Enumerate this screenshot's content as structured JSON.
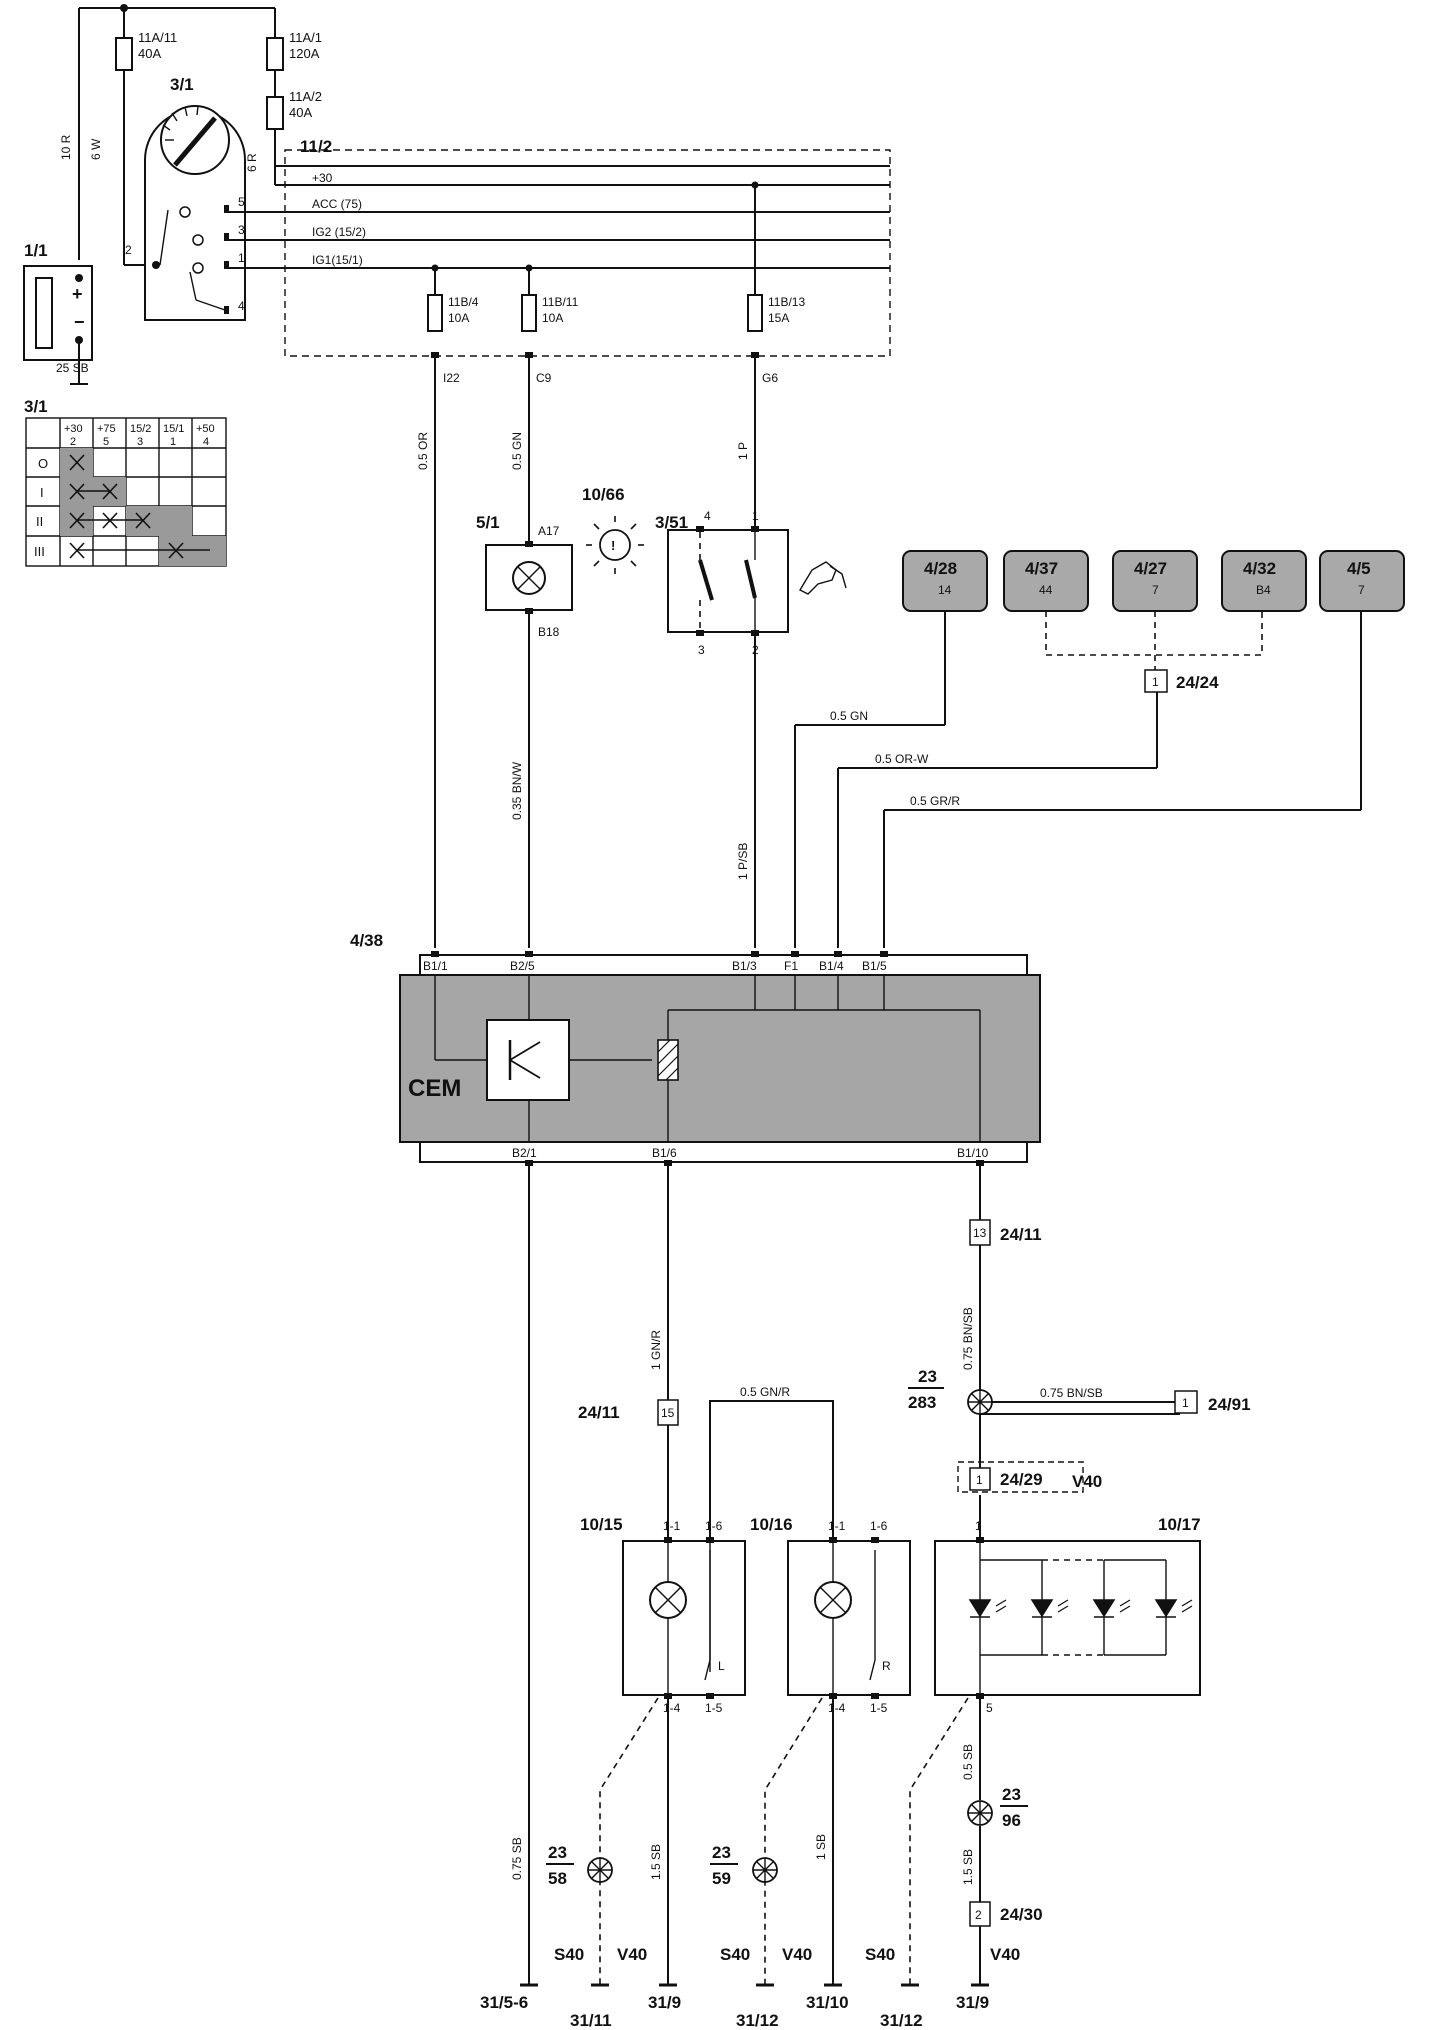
{
  "battery": {
    "label": "1/1",
    "ground_wire": "25 SB",
    "plus": "+",
    "minus": "−"
  },
  "ignition_switch": {
    "label": "3/1",
    "pins": [
      "5",
      "3",
      "1",
      "2",
      "4"
    ]
  },
  "fuses": {
    "f11a11": {
      "id": "11A/11",
      "rating": "40A"
    },
    "f11a1": {
      "id": "11A/1",
      "rating": "120A"
    },
    "f11a2": {
      "id": "11A/2",
      "rating": "40A"
    },
    "f11b4": {
      "id": "11B/4",
      "rating": "10A"
    },
    "f11b11": {
      "id": "11B/11",
      "rating": "10A"
    },
    "f11b13": {
      "id": "11B/13",
      "rating": "15A"
    }
  },
  "fuse_box": {
    "label": "11/2",
    "rails": [
      "+30",
      "ACC (75)",
      "IG2 (15/2)",
      "IG1(15/1)"
    ],
    "outputs": [
      "I22",
      "C9",
      "G6"
    ]
  },
  "wires": {
    "w10r": "10 R",
    "w6w": "6 W",
    "w6r": "6 R",
    "w05or": "0.5 OR",
    "w05gn": "0.5 GN",
    "w1p": "1 P",
    "w035bnw": "0.35 BN/W",
    "w1psb": "1 P/SB",
    "w05gn_h": "0.5 GN",
    "w05orw": "0.5 OR-W",
    "w05grr": "0.5 GR/R",
    "w1gnr": "1 GN/R",
    "w05gnr": "0.5 GN/R",
    "w075bnsb": "0.75 BN/SB",
    "w075bnsb_h": "0.75 BN/SB",
    "w075sb": "0.75 SB",
    "w15sb_a": "1.5 SB",
    "w1sb": "1 SB",
    "w05sb": "0.5 SB",
    "w15sb_b": "1.5 SB"
  },
  "switch_table": {
    "label": "3/1",
    "headers": [
      [
        "+30",
        "2"
      ],
      [
        "+75",
        "5"
      ],
      [
        "15/2",
        "3"
      ],
      [
        "15/1",
        "1"
      ],
      [
        "+50",
        "4"
      ]
    ],
    "rows": [
      "O",
      "I",
      "II",
      "III"
    ]
  },
  "lamp_51": {
    "label": "5/1",
    "pin_top": "A17",
    "pin_bottom": "B18"
  },
  "symbol_1066": {
    "label": "10/66"
  },
  "switch_351": {
    "label": "3/51",
    "pins": [
      "4",
      "1",
      "3",
      "2"
    ]
  },
  "modules": [
    {
      "id": "4/28",
      "pin": "14"
    },
    {
      "id": "4/37",
      "pin": "44"
    },
    {
      "id": "4/27",
      "pin": "7"
    },
    {
      "id": "4/32",
      "pin": "B4"
    },
    {
      "id": "4/5",
      "pin": "7"
    }
  ],
  "connector_2424": {
    "pin": "1",
    "label": "24/24"
  },
  "cem": {
    "ref": "4/38",
    "name": "CEM",
    "top_pins": [
      "B1/1",
      "B2/5",
      "B1/3",
      "F1",
      "B1/4",
      "B1/5"
    ],
    "bottom_pins": [
      "B2/1",
      "B1/6",
      "B1/10"
    ]
  },
  "connectors": {
    "c2411_a": {
      "pin": "13",
      "label": "24/11"
    },
    "c2411_b": {
      "pin": "15",
      "label": "24/11"
    },
    "c2491": {
      "pin": "1",
      "label": "24/91"
    },
    "c2429": {
      "pin": "1",
      "label": "24/29",
      "note": "V40"
    },
    "c2430": {
      "pin": "2",
      "label": "24/30"
    }
  },
  "splices": {
    "s23_283": {
      "top": "23",
      "bottom": "283"
    },
    "s23_96": {
      "top": "23",
      "bottom": "96"
    },
    "s23_58": {
      "top": "23",
      "bottom": "58"
    },
    "s23_59": {
      "top": "23",
      "bottom": "59"
    }
  },
  "lamp_1015": {
    "label": "10/15",
    "pins": [
      "1-1",
      "1-6",
      "1-4",
      "1-5"
    ],
    "side": "L"
  },
  "lamp_1016": {
    "label": "10/16",
    "pins": [
      "1-1",
      "1-6",
      "1-4",
      "1-5"
    ],
    "side": "R"
  },
  "led_1017": {
    "label": "10/17",
    "pin_top": "1",
    "pin_bottom": "5"
  },
  "grounds": {
    "g1": "31/5-6",
    "g2": "31/11",
    "g3": "31/9",
    "g4": "31/12",
    "g5": "31/10",
    "g6": "31/12",
    "g7": "31/9"
  },
  "variants": {
    "s40_a": "S40",
    "v40_a": "V40",
    "s40_b": "S40",
    "v40_b": "V40",
    "s40_c": "S40",
    "v40_c": "V40"
  }
}
